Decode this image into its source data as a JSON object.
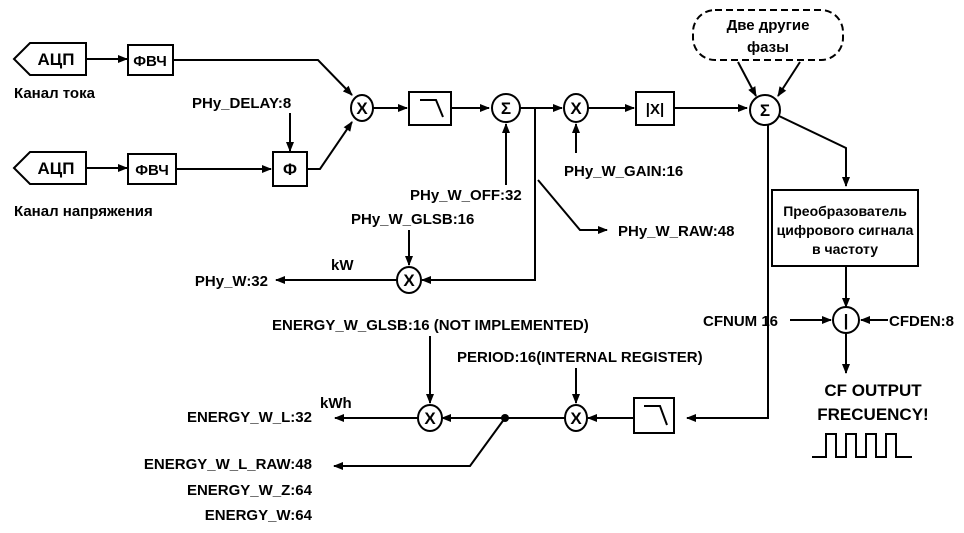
{
  "inputs": {
    "adc_label": "АЦП",
    "hpf_label": "ФВЧ",
    "current_channel": "Канал тока",
    "voltage_channel": "Канал напряжения"
  },
  "phase": {
    "delay": "PHy_DELAY:8",
    "phi_symbol": "Φ"
  },
  "operators": {
    "multiply": "X",
    "sum": "Σ",
    "abs": "|X|",
    "divide": "|"
  },
  "registers": {
    "w_off": "PHy_W_OFF:32",
    "w_gain": "PHy_W_GAIN:16",
    "w_raw": "PHy_W_RAW:48",
    "w_glsb": "PHy_W_GLSB:16",
    "w_out": "PHy_W:32",
    "kw_unit": "kW",
    "energy_glsb": "ENERGY_W_GLSB:16 (NOT IMPLEMENTED)",
    "period": "PERIOD:16(INTERNAL REGISTER)",
    "kwh_unit": "kWh",
    "energy_l": "ENERGY_W_L:32",
    "energy_l_raw": "ENERGY_W_L_RAW:48",
    "energy_z": "ENERGY_W_Z:64",
    "energy_w": "ENERGY_W:64"
  },
  "other_phases": {
    "line1": "Две другие",
    "line2": "фазы"
  },
  "converter": {
    "line1": "Преобразователь",
    "line2": "цифрового сигнала",
    "line3": "в частоту"
  },
  "cf": {
    "num": "CFNUM 16",
    "den": "CFDEN:8",
    "output_line1": "CF OUTPUT",
    "output_line2": "FRECUENCY!"
  }
}
